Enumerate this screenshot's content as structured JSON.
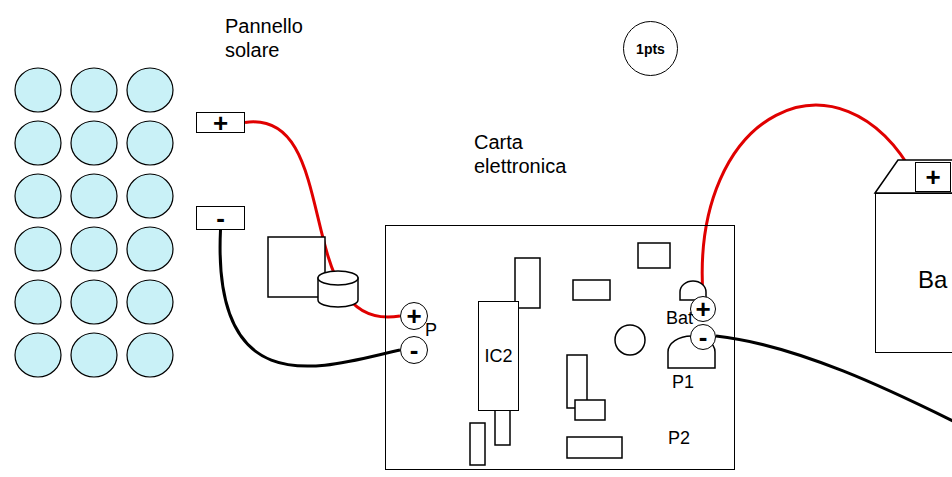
{
  "diagram": {
    "nodes": [
      {
        "text": [
          "+"
        ]
      },
      {
        "text": [
          "-"
        ]
      },
      {
        "text": [
          "1pts"
        ]
      },
      {
        "text": [
          "Carta elettronica"
        ]
      },
      {
        "text": [
          "+"
        ],
        "in": 3
      },
      {
        "text": [
          "-"
        ],
        "in": 3
      },
      {
        "text": [
          "IC2"
        ],
        "in": 3
      },
      {
        "text": [
          "+"
        ],
        "in": 3
      },
      {
        "text": [
          "-"
        ],
        "in": 3
      },
      {
        "text": [
          "+"
        ]
      },
      {
        "text": [
          "Ba"
        ]
      }
    ],
    "edges": [
      {
        "from": 0,
        "to": 4,
        "arrow": "none"
      },
      {
        "from": 1,
        "to": 5,
        "arrow": "none"
      },
      {
        "from": 7,
        "to": 9,
        "arrow": "none"
      }
    ],
    "labels": [
      "Pannello solare",
      "P",
      "Bat",
      "P1",
      "P2"
    ]
  }
}
